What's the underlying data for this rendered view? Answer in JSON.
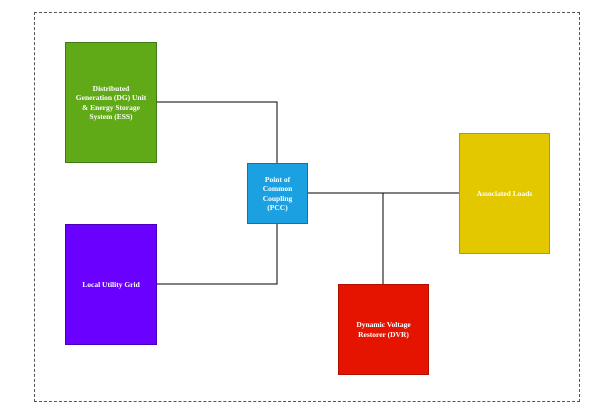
{
  "blocks": {
    "dg": {
      "label": "Distributed\nGeneration (DG) Unit\n& Energy Storage\nSystem (ESS)",
      "color": "#60a917"
    },
    "grid": {
      "label": "Local Utility Grid",
      "color": "#6a00ff"
    },
    "pcc": {
      "label": "Point of\nCommon\nCoupling\n(PCC)",
      "color": "#1ba1e2"
    },
    "loads": {
      "label": "Associated Loads",
      "color": "#e3c800"
    },
    "dvr": {
      "label": "Dynamic Voltage\nRestorer (DVR)",
      "color": "#e51400"
    }
  },
  "connections": [
    {
      "from": "dg",
      "to": "pcc"
    },
    {
      "from": "grid",
      "to": "pcc"
    },
    {
      "from": "pcc",
      "to": "loads"
    },
    {
      "from": "dvr",
      "to": "pcc-loads-line"
    }
  ]
}
